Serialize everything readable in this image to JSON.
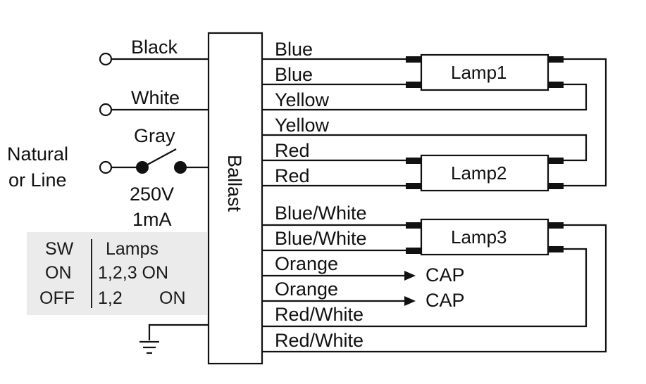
{
  "inputs": {
    "black": "Black",
    "white": "White",
    "gray": "Gray",
    "natural_line_1": "Natural",
    "natural_line_2": "or Line",
    "switch_voltage": "250V",
    "switch_current": "1mA"
  },
  "ballast_label": "Ballast",
  "wires": {
    "w1": "Blue",
    "w2": "Blue",
    "w3": "Yellow",
    "w4": "Yellow",
    "w5": "Red",
    "w6": "Red",
    "w7": "Blue/White",
    "w8": "Blue/White",
    "w9": "Orange",
    "w10": "Orange",
    "w11": "Red/White",
    "w12": "Red/White"
  },
  "lamps": {
    "l1": "Lamp1",
    "l2": "Lamp2",
    "l3": "Lamp3"
  },
  "caps": {
    "c1": "CAP",
    "c2": "CAP"
  },
  "switch_table": {
    "h_sw": "SW",
    "h_lamps": "Lamps",
    "r1_sw": "ON",
    "r1_lamps": "1,2,3 ON",
    "r2_sw": "OFF",
    "r2_lamps_a": "1,2",
    "r2_lamps_b": "ON"
  },
  "colors": {
    "line": "#111111",
    "table_bg": "#ebebeb"
  }
}
